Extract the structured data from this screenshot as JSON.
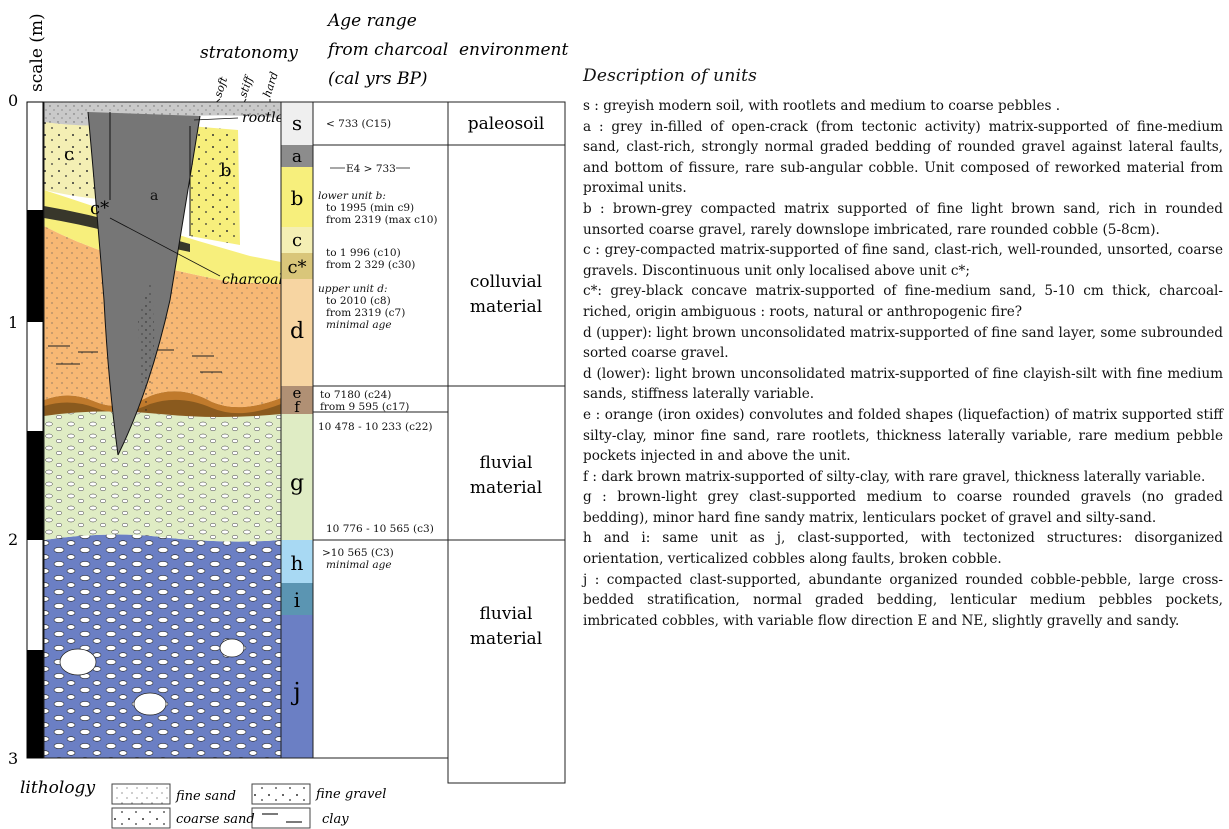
{
  "headers": {
    "scale": "scale (m)",
    "stratonomy": "stratonomy",
    "stratonomy_soft": "soft",
    "stratonomy_stiff": "stiff",
    "stratonomy_hard": "hard",
    "age_line1": "Age range",
    "age_line2": "from charcoal",
    "age_line3": "(cal yrs BP)",
    "environment": "environment"
  },
  "scale_ticks": [
    "0",
    "1",
    "2",
    "3"
  ],
  "log_labels": {
    "rootlet": "rootlet",
    "charcoal": "charcoal",
    "c": "c",
    "b": "b",
    "a": "a",
    "cstar": "c*"
  },
  "units": [
    {
      "id": "s",
      "label": "s",
      "color": "#efefef"
    },
    {
      "id": "a",
      "label": "a",
      "color": "#8c8c8c"
    },
    {
      "id": "b",
      "label": "b",
      "color": "#f7ef7c"
    },
    {
      "id": "c",
      "label": "c",
      "color": "#f4efb4"
    },
    {
      "id": "cstar",
      "label": "c*",
      "color": "#d9c67a"
    },
    {
      "id": "d",
      "label": "d",
      "color": "#f7d5a2"
    },
    {
      "id": "e",
      "label": "e",
      "color": "#b09074"
    },
    {
      "id": "f",
      "label": "f",
      "color": "#b09074"
    },
    {
      "id": "g",
      "label": "g",
      "color": "#dfecc4"
    },
    {
      "id": "h",
      "label": "h",
      "color": "#a8d9f3"
    },
    {
      "id": "i",
      "label": "i",
      "color": "#5b95b2"
    },
    {
      "id": "j",
      "label": "j",
      "color": "#6b7fc4"
    }
  ],
  "ages": {
    "s": "< 733 (C15)",
    "a": "E4  > 733",
    "b_header": "lower unit b:",
    "b_1": "to 1995 (min c9)",
    "b_2": "from 2319 (max c10)",
    "c_1": "to 1 996 (c10)",
    "c_2": "from 2 329 (c30)",
    "d_header": "upper unit d:",
    "d_1": "to 2010 (c8)",
    "d_2": "from 2319 (c7)",
    "d_3": "minimal age",
    "e": "to  7180 (c24)",
    "f": "from 9 595 (c17)",
    "g_top": "10 478 - 10 233 (c22)",
    "g_bottom": "10 776 - 10 565 (c3)",
    "h": ">10 565  (C3)",
    "h_2": "minimal age"
  },
  "environments": [
    {
      "line1": "paleosoil",
      "line2": ""
    },
    {
      "line1": "colluvial",
      "line2": "material"
    },
    {
      "line1": "fluvial",
      "line2": "material"
    },
    {
      "line1": "fluvial",
      "line2": "material"
    }
  ],
  "legend": {
    "title": "lithology",
    "fine_sand": "fine sand",
    "fine_gravel": "fine gravel",
    "coarse_sand": "coarse sand",
    "clay": "clay"
  },
  "description": {
    "title": "Description of  units",
    "items": [
      "s : greyish modern soil, with rootlets and medium to coarse pebbles .",
      "a : grey in-filled of open-crack (from tectonic activity) matrix-supported of fine-medium sand, clast-rich, strongly normal graded bedding of rounded gravel against lateral faults, and bottom of fissure, rare sub-angular cobble. Unit composed of reworked material from proximal units.",
      "b : brown-grey compacted matrix supported of fine light brown sand, rich in rounded unsorted coarse gravel, rarely downslope imbricated, rare rounded cobble (5-8cm).",
      "c : grey-compacted matrix-supported of fine sand, clast-rich, well-rounded, unsorted, coarse gravels. Discontinuous unit only localised above unit c*;",
      "c*:  grey-black concave matrix-supported of fine-medium sand, 5-10 cm thick, charcoal-riched, origin ambiguous : roots, natural or anthropogenic fire?",
      "d (upper): light brown unconsolidated matrix-supported of fine sand layer, some subrounded sorted coarse gravel.",
      "d (lower): light brown unconsolidated matrix-supported of fine clayish-silt with fine medium sands, stiffness laterally variable.",
      "e : orange (iron oxides) convolutes and folded shapes (liquefaction) of matrix supported stiff silty-clay, minor fine sand, rare rootlets, thickness laterally variable, rare medium pebble pockets injected in and above the unit.",
      "f : dark brown matrix-supported of silty-clay, with rare gravel, thickness laterally variable.",
      "g : brown-light grey clast-supported medium to coarse rounded gravels (no graded bedding), minor hard fine sandy matrix, lenticulars pocket of gravel and silty-sand.",
      "h and i: same unit as j, clast-supported, with tectonized structures: disorganized orientation, verticalized cobbles along faults, broken cobble.",
      "j : compacted clast-supported, abundante organized rounded cobble-pebble, large cross-bedded stratification, normal graded bedding, lenticular medium pebbles pockets, imbricated cobbles, with variable flow direction E and NE, slightly gravelly and sandy."
    ]
  }
}
